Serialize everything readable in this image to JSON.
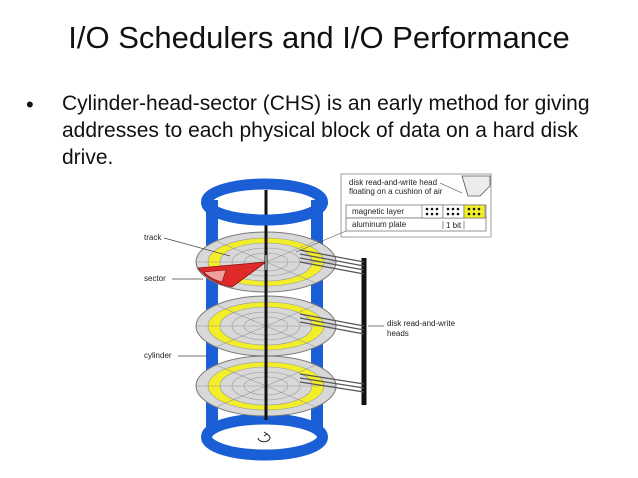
{
  "slide": {
    "title": "I/O Schedulers and I/O Performance",
    "bullet": "Cylinder-head-sector (CHS) is an early method for giving addresses to each physical block of data on a hard disk drive."
  },
  "diagram": {
    "labels": {
      "track": "track",
      "sector": "sector",
      "cylinder": "cylinder",
      "heads_line1": "disk read-and-write",
      "heads_line2": "heads"
    },
    "inset": {
      "head_line1": "disk read-and-write head",
      "head_line2": "floating on a cushion of air",
      "magnetic_layer": "magnetic layer",
      "aluminum_plate": "aluminum plate",
      "bit": "1 bit"
    },
    "colors": {
      "spindle_tube": "#1a5fd6",
      "platter_track": "#f2ee2a",
      "sector": "#e02a2a",
      "platter_gray": "#d8d8d8"
    }
  }
}
